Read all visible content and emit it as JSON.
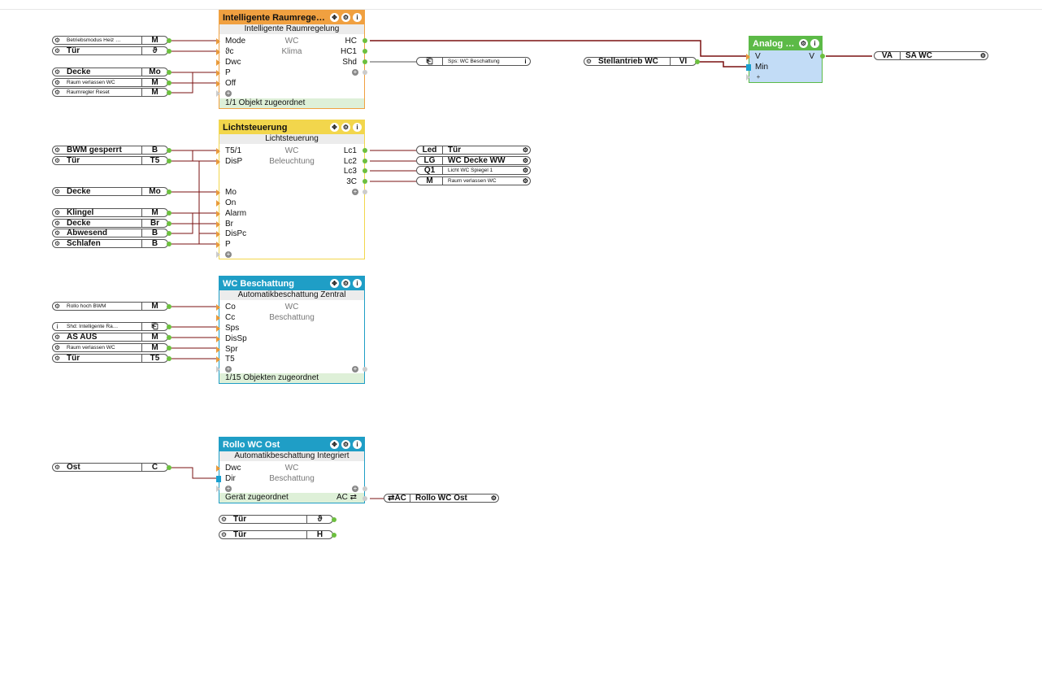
{
  "colors": {
    "wire": "#7a1010",
    "orange": "#f0a040",
    "yellow": "#f2d64c",
    "teal": "#1f9ec6",
    "green": "#5cba47"
  },
  "blocks": {
    "raum": {
      "title": "Intelligente Raumrege…",
      "subtitle": "Intelligente Raumregelung",
      "m1": "WC",
      "m2": "Klima",
      "in": [
        "Mode",
        "ϑc",
        "Dwc",
        "P",
        "Off"
      ],
      "out": [
        "HC",
        "HC1",
        "Shd"
      ],
      "footer": "1/1 Objekt zugeordnet"
    },
    "licht": {
      "title": "Lichtsteuerung",
      "subtitle": "Lichtsteuerung",
      "m1": "WC",
      "m2": "Beleuchtung",
      "in": [
        "T5/1",
        "DisP",
        "Mo",
        "On",
        "Alarm",
        "Br",
        "DisPc",
        "P"
      ],
      "out": [
        "Lc1",
        "Lc2",
        "Lc3",
        "3C"
      ]
    },
    "besch": {
      "title": "WC Beschattung",
      "subtitle": "Automatikbeschattung Zentral",
      "m1": "WC",
      "m2": "Beschattung",
      "in": [
        "Co",
        "Cc",
        "Sps",
        "DisSp",
        "Spr",
        "T5"
      ],
      "footer": "1/15 Objekten zugeordnet"
    },
    "rollo": {
      "title": "Rollo WC Ost",
      "subtitle": "Automatikbeschattung Integriert",
      "m1": "WC",
      "m2": "Beschattung",
      "in": [
        "Dwc",
        "Dir"
      ],
      "footer": "Gerät zugeordnet",
      "footer_out": "AC ⇄"
    },
    "analog": {
      "title": "Analog …",
      "in": [
        "V",
        "Min"
      ],
      "out": [
        "V"
      ]
    }
  },
  "inputs": {
    "r1": {
      "name": "Betriebsmodus  Heiz …",
      "tag": "M"
    },
    "r2": {
      "name": "Tür",
      "tag": "ϑ"
    },
    "r3": {
      "name": "Decke",
      "tag": "Mo"
    },
    "r4": {
      "name": "Raum verlassen WC",
      "tag": "M"
    },
    "r5": {
      "name": "Raumregler Reset",
      "tag": "M"
    },
    "l1": {
      "name": "BWM gesperrt",
      "tag": "B"
    },
    "l2": {
      "name": "Tür",
      "tag": "T5"
    },
    "l3": {
      "name": "Decke",
      "tag": "Mo"
    },
    "l4": {
      "name": "Klingel",
      "tag": "M"
    },
    "l5": {
      "name": "Decke",
      "tag": "Br"
    },
    "l6": {
      "name": "Abwesend",
      "tag": "B"
    },
    "l7": {
      "name": "Schlafen",
      "tag": "B"
    },
    "b1": {
      "name": "Rollo hoch BWM",
      "tag": "M"
    },
    "b2": {
      "name": "Shd:  Intelligente  Ra…",
      "tag": "⎗"
    },
    "b3": {
      "name": "AS AUS",
      "tag": "M"
    },
    "b4": {
      "name": "Raum verlassen WC",
      "tag": "M"
    },
    "b5": {
      "name": "Tür",
      "tag": "T5"
    },
    "o1": {
      "name": "Ost",
      "tag": "C"
    },
    "f1": {
      "name": "Tür",
      "tag": "ϑ"
    },
    "f2": {
      "name": "Tür",
      "tag": "H"
    },
    "st": {
      "name": "Stellantrieb WC",
      "tag": "VI"
    }
  },
  "outputs": {
    "sps": {
      "name": "Sps: WC Beschattung",
      "tag": "⎗"
    },
    "lc1": {
      "name": "Tür",
      "tag": "Led"
    },
    "lc2": {
      "name": "WC Decke WW",
      "tag": "LG"
    },
    "lc3": {
      "name": "Licht WC Spiegel 1",
      "tag": "Q1"
    },
    "c3": {
      "name": "Raum verlassen WC",
      "tag": "M"
    },
    "va": {
      "name": "SA WC",
      "tag": "VA"
    },
    "ac": {
      "name": "Rollo WC Ost",
      "tag": "⇄AC"
    }
  },
  "icons": {
    "gear": "gear-icon",
    "info": "info-icon",
    "move": "move-icon",
    "add": "add-icon"
  }
}
